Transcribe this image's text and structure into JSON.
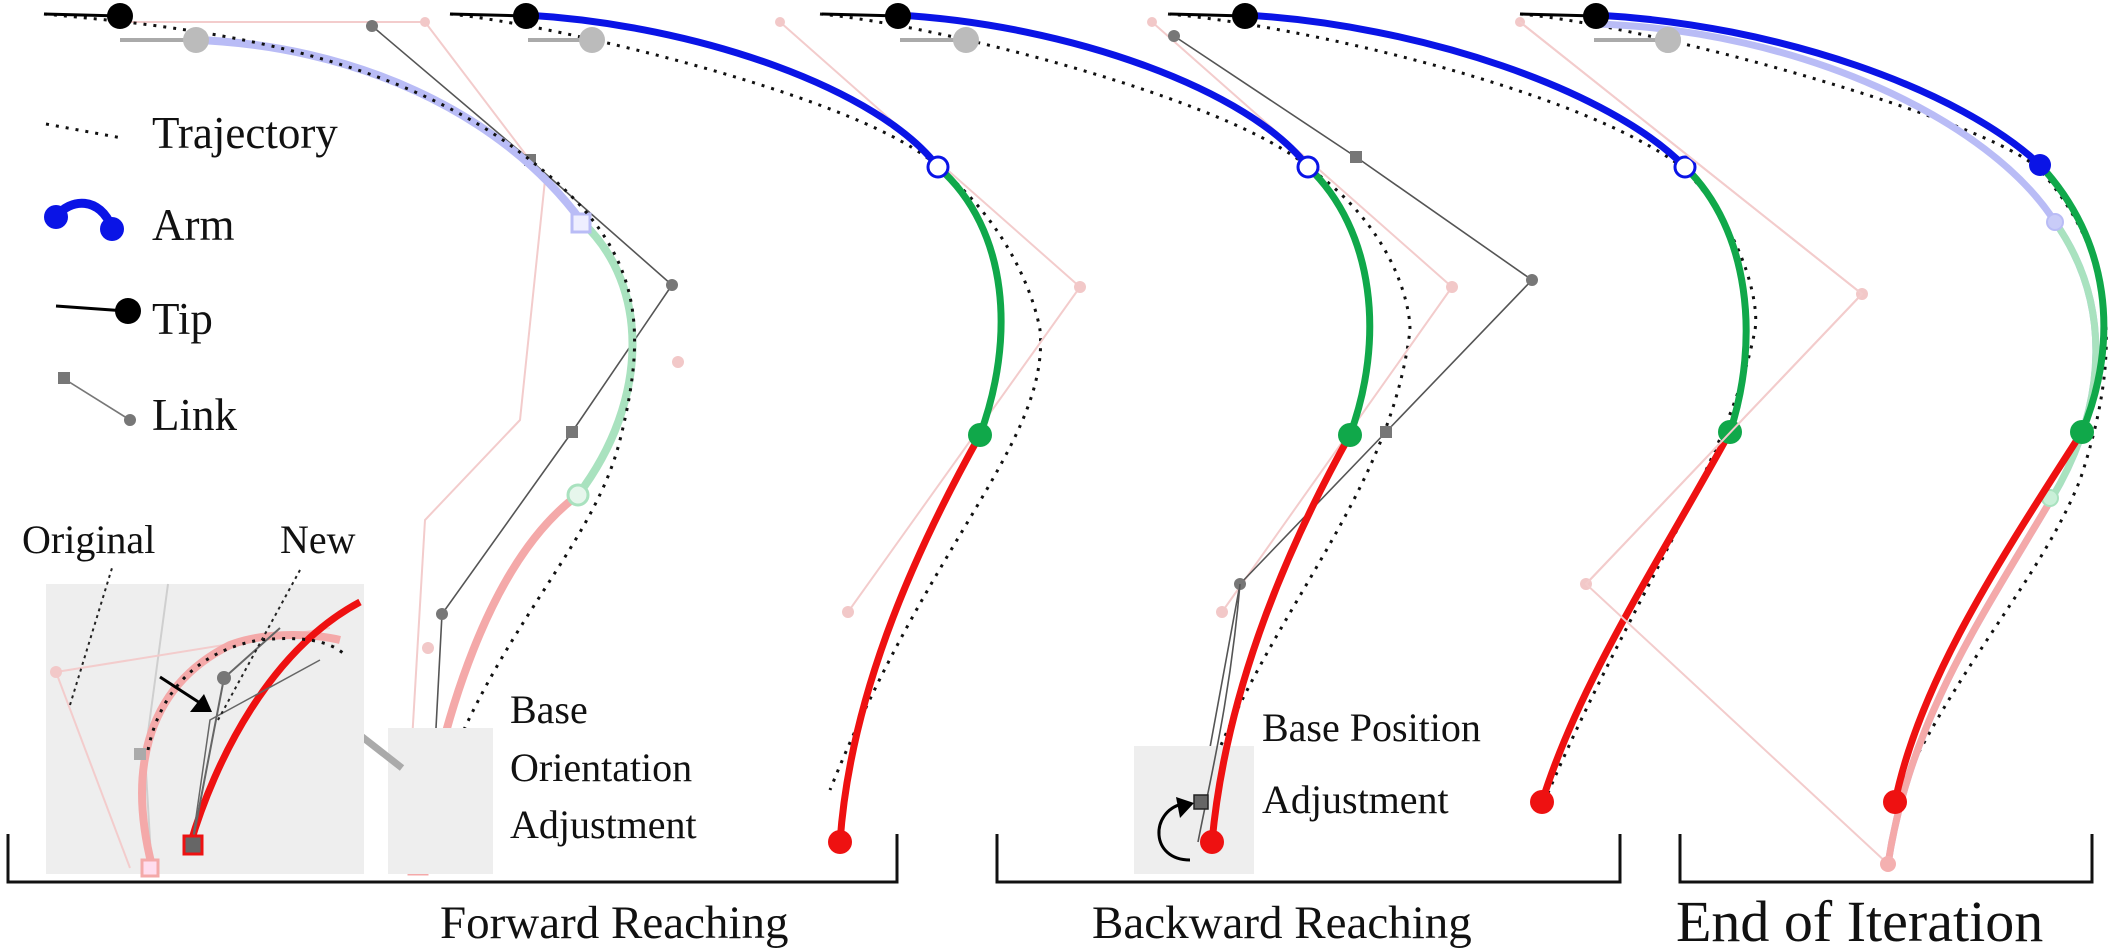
{
  "legend": {
    "trajectory": "Trajectory",
    "arm": "Arm",
    "tip": "Tip",
    "link": "Link"
  },
  "inset": {
    "original": "Original",
    "new": "New"
  },
  "annotations": {
    "base_orientation_1": "Base",
    "base_orientation_2": "Orientation",
    "base_orientation_3": "Adjustment",
    "base_position_1": "Base Position",
    "base_position_2": "Adjustment"
  },
  "stages": {
    "forward": "Forward Reaching",
    "backward": "Backward Reaching",
    "end": "End of Iteration"
  },
  "colors": {
    "section1": "#0a14e6",
    "section2": "#10a84a",
    "section3": "#ee1111",
    "trajectory": "#111111",
    "link": "#777777",
    "panel": "#eeeeee"
  }
}
